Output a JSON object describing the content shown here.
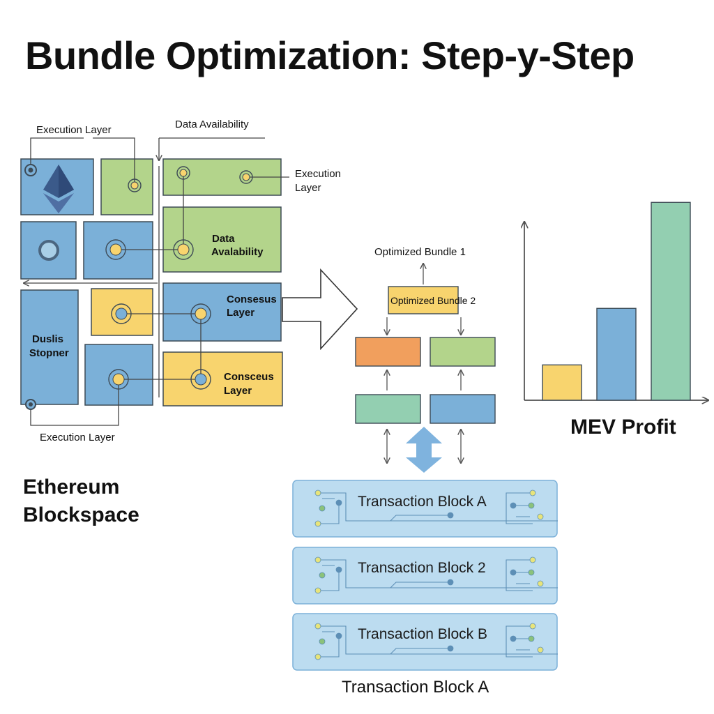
{
  "title": "Bundle Optimization: Step-y-Step",
  "colors": {
    "blue": "#7bb0d8",
    "green": "#b3d48b",
    "yellow": "#f8d46e",
    "orange": "#f19f5d",
    "teal": "#93cfb1",
    "light_blue": "#bcdcf0",
    "stroke": "#3d4a55"
  },
  "icons": [
    "ethereum-logo-icon",
    "node-icon",
    "arrow-icon",
    "double-arrow-icon",
    "circuit-icon"
  ],
  "blockspace": {
    "annotations": {
      "execution_top": "Execution Layer",
      "data_availability_top": "Data Availability",
      "execution_right_1": "Execution",
      "execution_right_2": "Layer",
      "execution_bottom": "Execution Layer"
    },
    "tiles": {
      "data_availability_1": "Data",
      "data_availability_2": "Avalability",
      "consensus_1_line1": "Consesus",
      "consensus_1_line2": "Layer",
      "consensus_2_line1": "Consceus",
      "consensus_2_line2": "Layer",
      "left_tall_line1": "Duslis",
      "left_tall_line2": "Stopner"
    },
    "label_line1": "Ethereum",
    "label_line2": "Blockspace"
  },
  "bundles": {
    "bundle_1": "Optimized Bundle 1",
    "bundle_2": "Optimized Bundle 2"
  },
  "chart_data": {
    "type": "bar",
    "title": "MEV Profit",
    "xlabel": "",
    "ylabel": "",
    "values": [
      1,
      2.6,
      5.6
    ],
    "colors": [
      "#f8d46e",
      "#7bb0d8",
      "#93cfb1"
    ],
    "ylim": [
      0,
      6
    ],
    "grid": false
  },
  "transactions": {
    "blocks": [
      "Transaction Block A",
      "Transaction Block 2",
      "Transaction Block B"
    ],
    "footer": "Transaction Block A"
  }
}
